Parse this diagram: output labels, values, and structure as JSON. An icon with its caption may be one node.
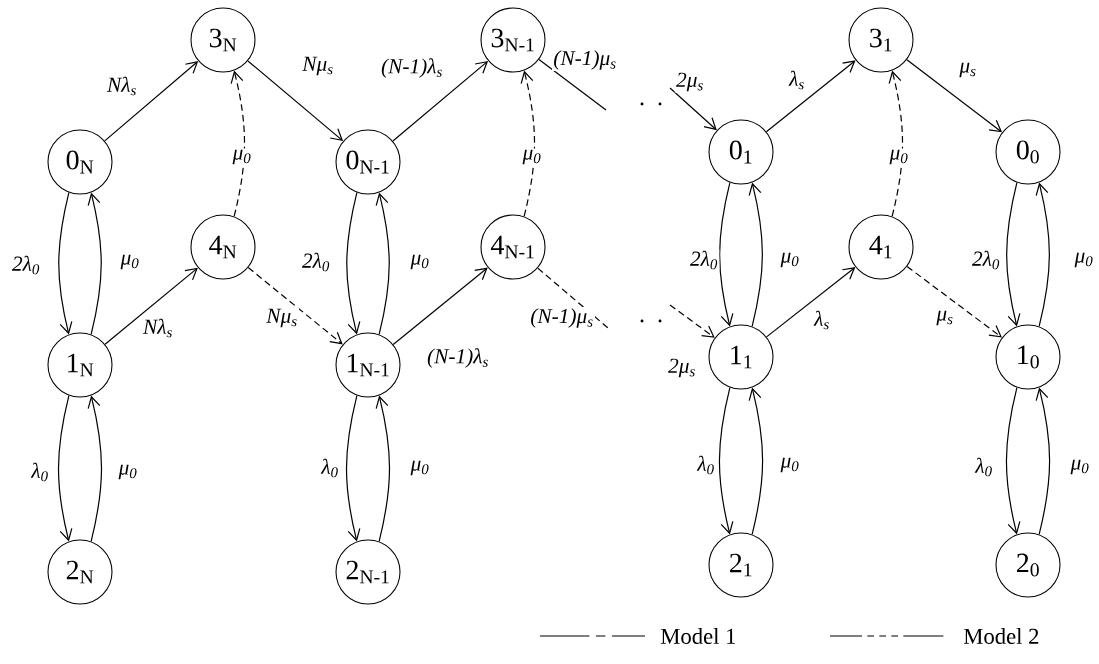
{
  "diagram": {
    "nodes": [
      {
        "text": [
          "0$_{N}$"
        ]
      },
      {
        "text": [
          "1$_{N}$"
        ]
      },
      {
        "text": [
          "2$_{N}$"
        ]
      },
      {
        "text": [
          "3$_{N}$"
        ]
      },
      {
        "text": [
          "4$_{N}$"
        ]
      },
      {
        "text": [
          "0$_{N-1}$"
        ]
      },
      {
        "text": [
          "1$_{N-1}$"
        ]
      },
      {
        "text": [
          "2$_{N-1}$"
        ]
      },
      {
        "text": [
          "3$_{N-1}$"
        ]
      },
      {
        "text": [
          "4$_{N-1}$"
        ]
      },
      {
        "text": [
          "0$_{1}$"
        ]
      },
      {
        "text": [
          "1$_{1}$"
        ]
      },
      {
        "text": [
          "2$_{1}$"
        ]
      },
      {
        "text": [
          "3$_{1}$"
        ]
      },
      {
        "text": [
          "4$_{1}$"
        ]
      },
      {
        "text": [
          "0$_{0}$"
        ]
      },
      {
        "text": [
          "1$_{0}$"
        ]
      },
      {
        "text": [
          "2$_{0}$"
        ]
      }
    ],
    "edges": [
      {
        "from": 0,
        "to": 3,
        "arrow": "to",
        "label": "Nλ$_{s}$"
      },
      {
        "from": 3,
        "to": 5,
        "arrow": "to",
        "label": "Nμ$_{s}$"
      },
      {
        "from": 4,
        "to": 3,
        "arrow": "to",
        "label": "μ$_{0}$",
        "style": "dashed"
      },
      {
        "from": 0,
        "to": 1,
        "arrow": "to",
        "label": "2λ$_{0}$"
      },
      {
        "from": 1,
        "to": 0,
        "arrow": "to",
        "label": "μ$_{0}$"
      },
      {
        "from": 1,
        "to": 2,
        "arrow": "to",
        "label": "λ$_{0}$"
      },
      {
        "from": 2,
        "to": 1,
        "arrow": "to",
        "label": "μ$_{0}$"
      },
      {
        "from": 1,
        "to": 4,
        "arrow": "to",
        "label": "Nλ$_{s}$"
      },
      {
        "from": 4,
        "to": 6,
        "arrow": "to",
        "label": "Nμ$_{s}$",
        "style": "dashed"
      },
      {
        "from": 5,
        "to": 8,
        "arrow": "to",
        "label": "(N-1)λ$_{s}$"
      },
      {
        "from": 8,
        "to": null,
        "arrow": "none",
        "label": "(N-1)μ$_{s}$"
      },
      {
        "from": 9,
        "to": 8,
        "arrow": "to",
        "label": "μ$_{0}$",
        "style": "dashed"
      },
      {
        "from": 5,
        "to": 6,
        "arrow": "to",
        "label": "2λ$_{0}$"
      },
      {
        "from": 6,
        "to": 5,
        "arrow": "to",
        "label": "μ$_{0}$"
      },
      {
        "from": 6,
        "to": 7,
        "arrow": "to",
        "label": "λ$_{0}$"
      },
      {
        "from": 7,
        "to": 6,
        "arrow": "to",
        "label": "μ$_{0}$"
      },
      {
        "from": 6,
        "to": 9,
        "arrow": "to",
        "label": "(N-1)λ$_{s}$"
      },
      {
        "from": 9,
        "to": null,
        "arrow": "none",
        "label": "(N-1)μ$_{s}$",
        "style": "dashed"
      },
      {
        "from": null,
        "to": 10,
        "arrow": "to",
        "label": "2μ$_{s}$"
      },
      {
        "from": null,
        "to": 11,
        "arrow": "to",
        "label": "2μ$_{s}$",
        "style": "dashed"
      },
      {
        "from": 10,
        "to": 13,
        "arrow": "to",
        "label": "λ$_{s}$"
      },
      {
        "from": 13,
        "to": 15,
        "arrow": "to",
        "label": "μ$_{s}$"
      },
      {
        "from": 14,
        "to": 13,
        "arrow": "to",
        "label": "μ$_{0}$",
        "style": "dashed"
      },
      {
        "from": 10,
        "to": 11,
        "arrow": "to",
        "label": "2λ$_{0}$"
      },
      {
        "from": 11,
        "to": 10,
        "arrow": "to",
        "label": "μ$_{0}$"
      },
      {
        "from": 11,
        "to": 12,
        "arrow": "to",
        "label": "λ$_{0}$"
      },
      {
        "from": 12,
        "to": 11,
        "arrow": "to",
        "label": "μ$_{0}$"
      },
      {
        "from": 11,
        "to": 14,
        "arrow": "to",
        "label": "λ$_{s}$"
      },
      {
        "from": 14,
        "to": 16,
        "arrow": "to",
        "label": "μ$_{s}$",
        "style": "dashed"
      },
      {
        "from": 15,
        "to": 16,
        "arrow": "to",
        "label": "2λ$_{0}$"
      },
      {
        "from": 16,
        "to": 15,
        "arrow": "to",
        "label": "μ$_{0}$"
      },
      {
        "from": 16,
        "to": 17,
        "arrow": "to",
        "label": "λ$_{0}$"
      },
      {
        "from": 17,
        "to": 16,
        "arrow": "to",
        "label": "μ$_{0}$"
      }
    ],
    "legend": [
      {
        "text": "Model 1"
      },
      {
        "text": "Model 2"
      }
    ]
  }
}
